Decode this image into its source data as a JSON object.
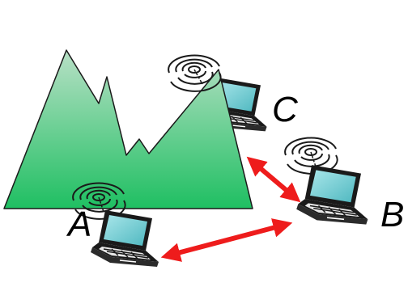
{
  "nodes": [
    {
      "id": "A",
      "label": "A"
    },
    {
      "id": "B",
      "label": "B"
    },
    {
      "id": "C",
      "label": "C"
    }
  ],
  "links": [
    {
      "from": "A",
      "to": "B",
      "type": "bidirectional"
    },
    {
      "from": "C",
      "to": "B",
      "type": "bidirectional"
    }
  ],
  "colors": {
    "mountain_top": "#b8e0c6",
    "mountain_bottom": "#1fbf62",
    "link": "#ee1c1c",
    "laptop_body": "#1a1a1a",
    "laptop_screen": "#7fd3d8"
  },
  "icons": {
    "obstacle": "mountain-icon",
    "device": "laptop-icon",
    "signal": "wireless-signal-icon"
  }
}
